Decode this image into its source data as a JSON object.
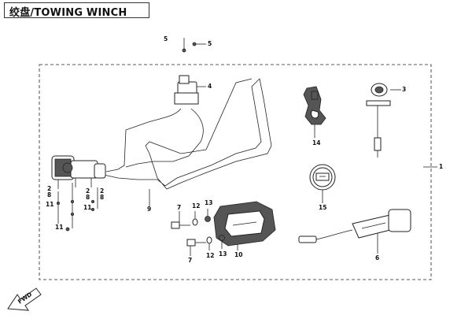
{
  "title": "绞盘/TOWING WINCH",
  "callouts": {
    "c1": "1",
    "c2a": "2",
    "c2b": "2",
    "c2c": "2",
    "c3": "3",
    "c4": "4",
    "c5a": "5",
    "c5b": "5",
    "c6": "6",
    "c7a": "7",
    "c7b": "7",
    "c8a": "8",
    "c8b": "8",
    "c8c": "8",
    "c9": "9",
    "c10": "10",
    "c11a": "11",
    "c11b": "11",
    "c11c": "11",
    "c12a": "12",
    "c12b": "12",
    "c13a": "13",
    "c13b": "13",
    "c14": "14",
    "c15": "15"
  },
  "fwd_label": "FWD",
  "colors": {
    "line": "#222222",
    "background": "#ffffff"
  }
}
